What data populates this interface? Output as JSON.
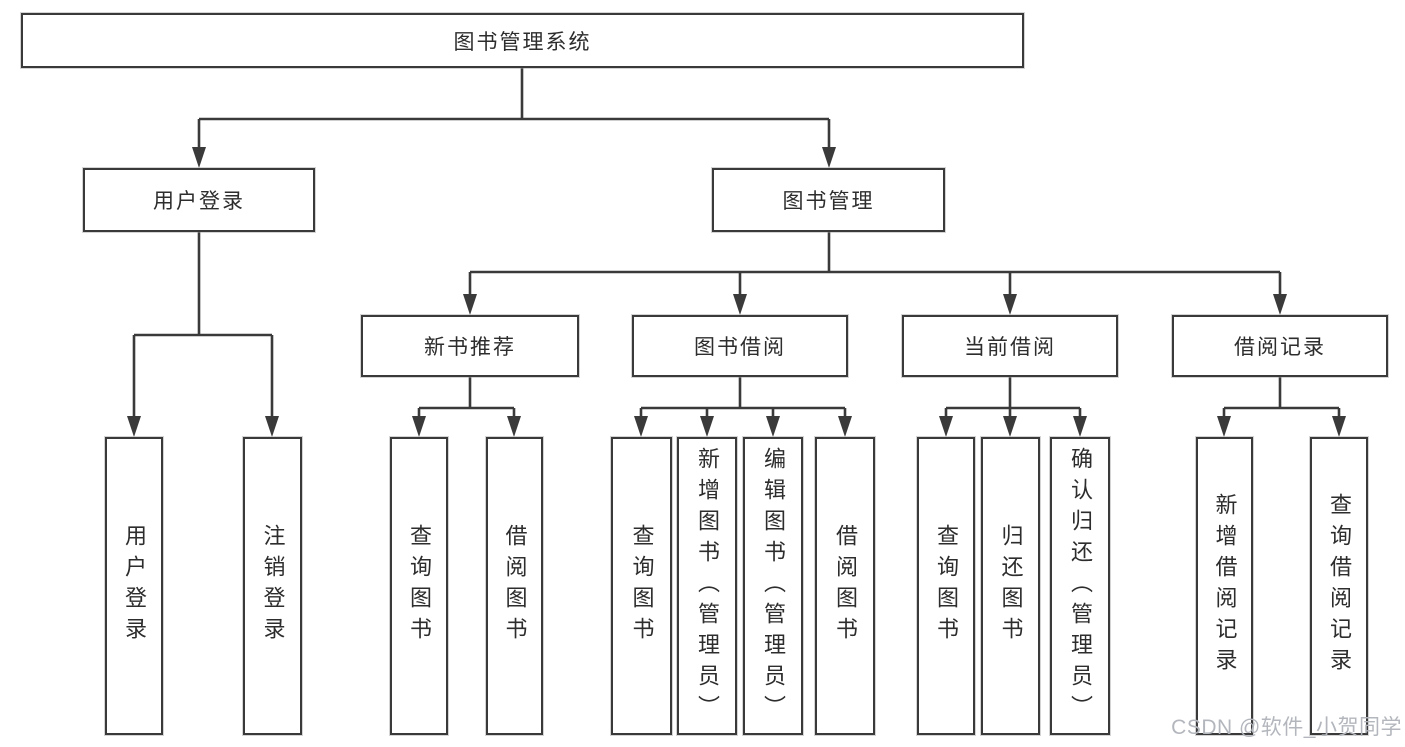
{
  "diagram": {
    "title": "图书管理系统",
    "colors": {
      "line": "#3a3a3a",
      "border": "#3a3a3a",
      "text": "#2d2d2d",
      "background": "#ffffff",
      "watermark": "#b3b7bd"
    },
    "nodes": {
      "root": {
        "label": "图书管理系统"
      },
      "user_login": {
        "label": "用户登录"
      },
      "book_mgmt": {
        "label": "图书管理"
      },
      "new_book_rec": {
        "label": "新书推荐"
      },
      "book_borrow": {
        "label": "图书借阅"
      },
      "current_borrow": {
        "label": "当前借阅"
      },
      "borrow_records": {
        "label": "借阅记录"
      },
      "leaf_user_login": {
        "label": "用户登录"
      },
      "leaf_logout": {
        "label": "注销登录"
      },
      "leaf_query_books_rec": {
        "label": "查询图书"
      },
      "leaf_borrow_books_rec": {
        "label": "借阅图书"
      },
      "leaf_query_books_borrow": {
        "label": "查询图书"
      },
      "leaf_add_book": {
        "label": "新增图书（管理员）"
      },
      "leaf_edit_book": {
        "label": "编辑图书（管理员）"
      },
      "leaf_borrow_books_borrow": {
        "label": "借阅图书"
      },
      "leaf_query_books_current": {
        "label": "查询图书"
      },
      "leaf_return_book": {
        "label": "归还图书"
      },
      "leaf_confirm_return": {
        "label": "确认归还（管理员）"
      },
      "leaf_add_borrow_record": {
        "label": "新增借阅记录"
      },
      "leaf_query_borrow_record": {
        "label": "查询借阅记录"
      }
    },
    "edges": [
      [
        "root",
        "user_login"
      ],
      [
        "root",
        "book_mgmt"
      ],
      [
        "user_login",
        "leaf_user_login"
      ],
      [
        "user_login",
        "leaf_logout"
      ],
      [
        "book_mgmt",
        "new_book_rec"
      ],
      [
        "book_mgmt",
        "book_borrow"
      ],
      [
        "book_mgmt",
        "current_borrow"
      ],
      [
        "book_mgmt",
        "borrow_records"
      ],
      [
        "new_book_rec",
        "leaf_query_books_rec"
      ],
      [
        "new_book_rec",
        "leaf_borrow_books_rec"
      ],
      [
        "book_borrow",
        "leaf_query_books_borrow"
      ],
      [
        "book_borrow",
        "leaf_add_book"
      ],
      [
        "book_borrow",
        "leaf_edit_book"
      ],
      [
        "book_borrow",
        "leaf_borrow_books_borrow"
      ],
      [
        "current_borrow",
        "leaf_query_books_current"
      ],
      [
        "current_borrow",
        "leaf_return_book"
      ],
      [
        "current_borrow",
        "leaf_confirm_return"
      ],
      [
        "borrow_records",
        "leaf_add_borrow_record"
      ],
      [
        "borrow_records",
        "leaf_query_borrow_record"
      ]
    ]
  },
  "watermark": {
    "text": "CSDN @软件_小贺同学"
  }
}
